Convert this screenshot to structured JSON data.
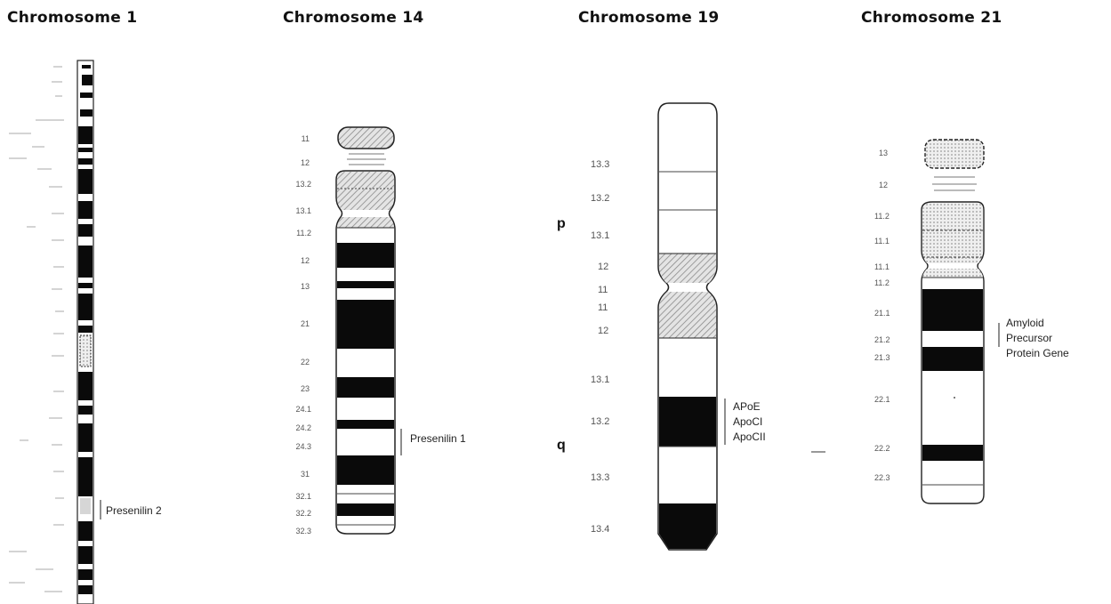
{
  "chromosomes": [
    {
      "id": "chr1",
      "title": "Chromosome 1",
      "genes": [
        "Presenilin 2"
      ]
    },
    {
      "id": "chr14",
      "title": "Chromosome 14",
      "bands": [
        "11",
        "12",
        "13.2",
        "13.1",
        "11.2",
        "12",
        "13",
        "21",
        "22",
        "23",
        "24.1",
        "24.2",
        "24.3",
        "31",
        "32.1",
        "32.2",
        "32.3"
      ],
      "genes": [
        "Presenilin 1"
      ]
    },
    {
      "id": "chr19",
      "title": "Chromosome 19",
      "arms": [
        "p",
        "q"
      ],
      "bands": [
        "13.3",
        "13.2",
        "13.1",
        "12",
        "11",
        "11",
        "12",
        "13.1",
        "13.2",
        "13.3",
        "13.4"
      ],
      "genes": [
        "APoE",
        "ApoCI",
        "ApoCII"
      ]
    },
    {
      "id": "chr21",
      "title": "Chromosome 21",
      "bands": [
        "13",
        "12",
        "11.2",
        "11.1",
        "11.1",
        "11.2",
        "21.1",
        "21.2",
        "21.3",
        "22.1",
        "22.2",
        "22.3"
      ],
      "genes": [
        "Amyloid",
        "Precursor",
        "Protein Gene"
      ]
    }
  ]
}
